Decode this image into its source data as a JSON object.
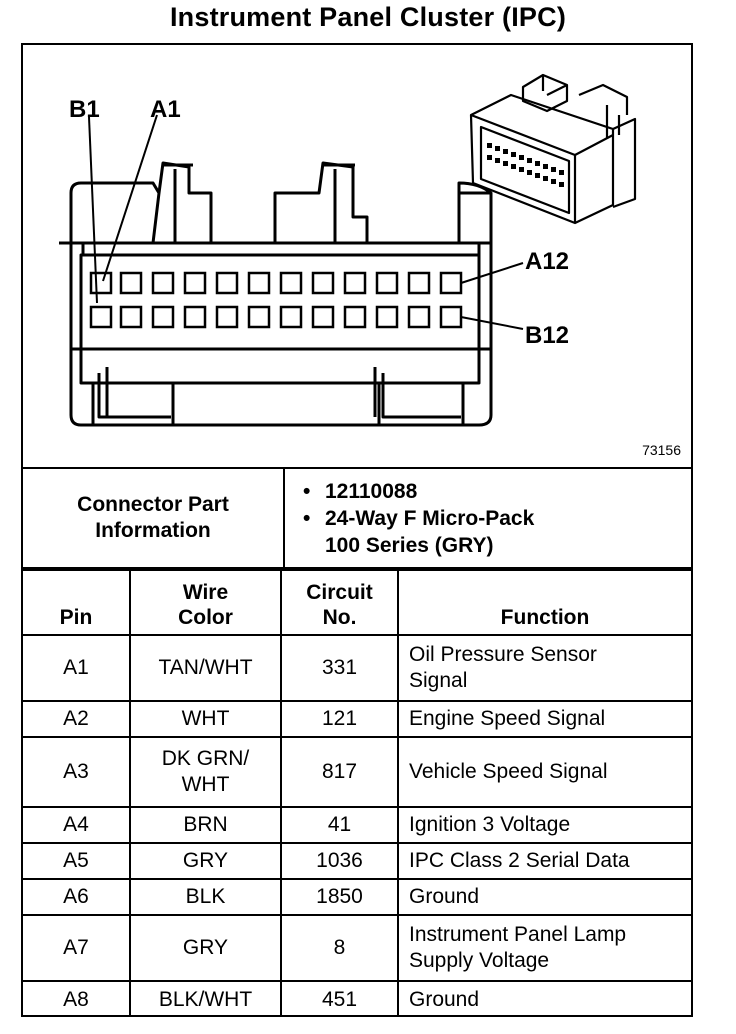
{
  "title": "Instrument Panel Cluster (IPC)",
  "diagram": {
    "figure_id": "73156",
    "pin_labels": {
      "b1": "B1",
      "a1": "A1",
      "a12": "A12",
      "b12": "B12"
    }
  },
  "connector_info": {
    "label_line1": "Connector Part",
    "label_line2": "Information",
    "part_number": "12110088",
    "description_line1": "24-Way F Micro-Pack",
    "description_line2": "100 Series (GRY)"
  },
  "table": {
    "headers": {
      "pin": "Pin",
      "wire_color_line1": "Wire",
      "wire_color_line2": "Color",
      "circuit_line1": "Circuit",
      "circuit_line2": "No.",
      "function": "Function"
    },
    "rows": [
      {
        "pin": "A1",
        "wire": [
          "TAN/WHT"
        ],
        "circuit": "331",
        "function": [
          "Oil Pressure Sensor",
          "Signal"
        ]
      },
      {
        "pin": "A2",
        "wire": [
          "WHT"
        ],
        "circuit": "121",
        "function": [
          "Engine Speed Signal"
        ]
      },
      {
        "pin": "A3",
        "wire": [
          "DK GRN/",
          "WHT"
        ],
        "circuit": "817",
        "function": [
          "Vehicle Speed Signal"
        ]
      },
      {
        "pin": "A4",
        "wire": [
          "BRN"
        ],
        "circuit": "41",
        "function": [
          "Ignition 3 Voltage"
        ]
      },
      {
        "pin": "A5",
        "wire": [
          "GRY"
        ],
        "circuit": "1036",
        "function": [
          "IPC Class 2 Serial Data"
        ]
      },
      {
        "pin": "A6",
        "wire": [
          "BLK"
        ],
        "circuit": "1850",
        "function": [
          "Ground"
        ]
      },
      {
        "pin": "A7",
        "wire": [
          "GRY"
        ],
        "circuit": "8",
        "function": [
          "Instrument Panel Lamp",
          "Supply Voltage"
        ]
      },
      {
        "pin": "A8",
        "wire": [
          "BLK/WHT"
        ],
        "circuit": "451",
        "function": [
          "Ground"
        ]
      }
    ]
  }
}
